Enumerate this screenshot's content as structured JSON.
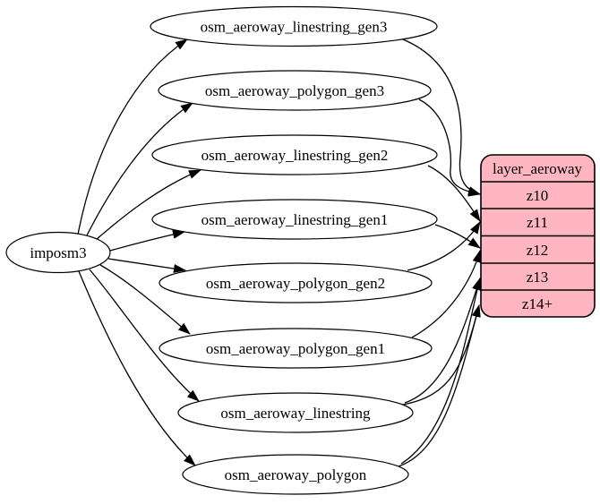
{
  "diagram": {
    "kind": "etl-graph",
    "source": {
      "label": "imposm3"
    },
    "tables": [
      {
        "label": "osm_aeroway_linestring_gen3"
      },
      {
        "label": "osm_aeroway_polygon_gen3"
      },
      {
        "label": "osm_aeroway_linestring_gen2"
      },
      {
        "label": "osm_aeroway_linestring_gen1"
      },
      {
        "label": "osm_aeroway_polygon_gen2"
      },
      {
        "label": "osm_aeroway_polygon_gen1"
      },
      {
        "label": "osm_aeroway_linestring"
      },
      {
        "label": "osm_aeroway_polygon"
      }
    ],
    "layer": {
      "title": "layer_aeroway",
      "rows": [
        "z10",
        "z11",
        "z12",
        "z13",
        "z14+"
      ],
      "fill_color": "#ffb6c1",
      "border_color": "#000000"
    },
    "edges": [
      {
        "from": "imposm3",
        "to": "osm_aeroway_linestring_gen3"
      },
      {
        "from": "imposm3",
        "to": "osm_aeroway_polygon_gen3"
      },
      {
        "from": "imposm3",
        "to": "osm_aeroway_linestring_gen2"
      },
      {
        "from": "imposm3",
        "to": "osm_aeroway_linestring_gen1"
      },
      {
        "from": "imposm3",
        "to": "osm_aeroway_polygon_gen2"
      },
      {
        "from": "imposm3",
        "to": "osm_aeroway_polygon_gen1"
      },
      {
        "from": "imposm3",
        "to": "osm_aeroway_linestring"
      },
      {
        "from": "imposm3",
        "to": "osm_aeroway_polygon"
      },
      {
        "from": "osm_aeroway_linestring_gen3",
        "to": "layer_aeroway.z10"
      },
      {
        "from": "osm_aeroway_polygon_gen3",
        "to": "layer_aeroway.z10"
      },
      {
        "from": "osm_aeroway_linestring_gen2",
        "to": "layer_aeroway.z11"
      },
      {
        "from": "osm_aeroway_polygon_gen2",
        "to": "layer_aeroway.z11"
      },
      {
        "from": "osm_aeroway_linestring_gen1",
        "to": "layer_aeroway.z12"
      },
      {
        "from": "osm_aeroway_polygon_gen1",
        "to": "layer_aeroway.z12"
      },
      {
        "from": "osm_aeroway_linestring",
        "to": "layer_aeroway.z13"
      },
      {
        "from": "osm_aeroway_linestring",
        "to": "layer_aeroway.z14+"
      },
      {
        "from": "osm_aeroway_polygon",
        "to": "layer_aeroway.z13"
      },
      {
        "from": "osm_aeroway_polygon",
        "to": "layer_aeroway.z14+"
      }
    ]
  }
}
